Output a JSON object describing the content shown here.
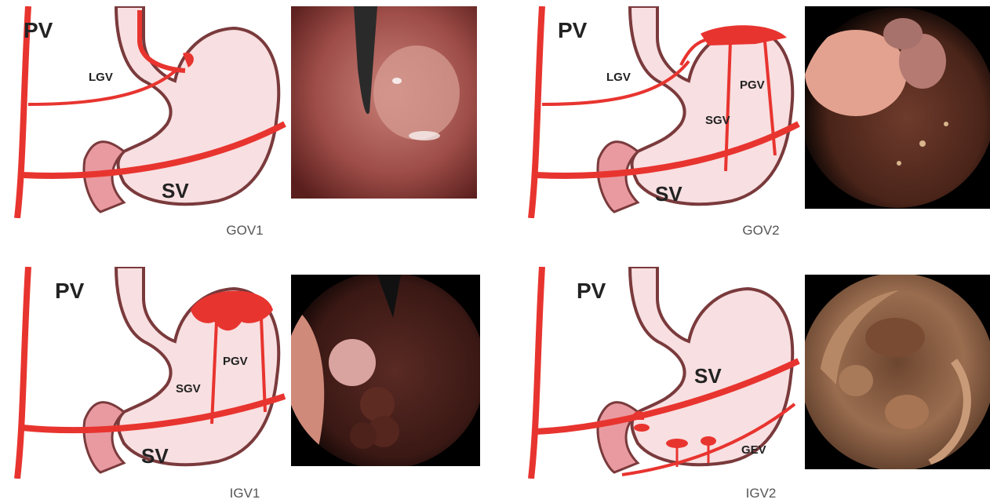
{
  "colors": {
    "vein": "#e8342f",
    "stomach_fill": "#f8dfe1",
    "stomach_wall": "#7a3a3c",
    "caption": "#555555"
  },
  "panels": [
    {
      "caption": "GOV1",
      "labels": {
        "pv": "PV",
        "lgv": "LGV",
        "sv": "SV"
      }
    },
    {
      "caption": "GOV2",
      "labels": {
        "pv": "PV",
        "lgv": "LGV",
        "sgv": "SGV",
        "pgv": "PGV",
        "sv": "SV"
      }
    },
    {
      "caption": "IGV1",
      "labels": {
        "pv": "PV",
        "sgv": "SGV",
        "pgv": "PGV",
        "sv": "SV"
      }
    },
    {
      "caption": "IGV2",
      "labels": {
        "pv": "PV",
        "sv": "SV",
        "gev": "GEV"
      }
    }
  ]
}
